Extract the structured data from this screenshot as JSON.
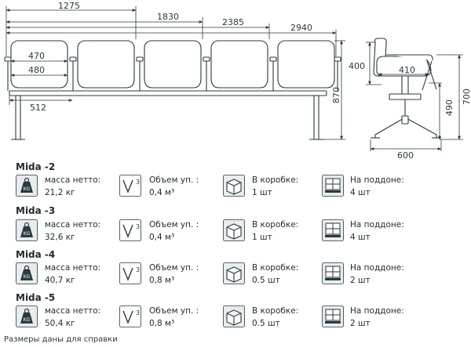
{
  "dimensions": {
    "top": [
      "1275",
      "1830",
      "2385",
      "2940"
    ],
    "left": [
      "470",
      "480",
      "512"
    ],
    "height": "870",
    "side": [
      "400",
      "410",
      "490",
      "700",
      "600"
    ]
  },
  "labels": {
    "weight": "масса нетто:",
    "volume": "Объем уп. :",
    "box": "В коробке:",
    "pallet": "На поддоне:"
  },
  "models": [
    {
      "name": "Mida -2",
      "weight": "21,2 кг",
      "volume": "0,4 м³",
      "box": "1 шт",
      "pallet": "4 шт"
    },
    {
      "name": "Mida -3",
      "weight": "32,6 кг",
      "volume": "0,4 м³",
      "box": "1 шт",
      "pallet": "4 шт"
    },
    {
      "name": "Mida -4",
      "weight": "40,7 кг",
      "volume": "0,8 м³",
      "box": "0.5 шт",
      "pallet": "2 шт"
    },
    {
      "name": "Mida -5",
      "weight": "50,4 кг",
      "volume": "0,8 м³",
      "box": "0.5 шт",
      "pallet": "2 шт"
    }
  ],
  "icons": {
    "weight": "kg-weight-icon",
    "volume": "volume-v3-icon",
    "box": "box-icon",
    "pallet": "pallet-icon",
    "weight_text": "KG",
    "volume_text": "3"
  },
  "note": "Размеры даны для справки",
  "colors": {
    "line": "#2a3a40",
    "icon_bg": "#e9ecee"
  }
}
